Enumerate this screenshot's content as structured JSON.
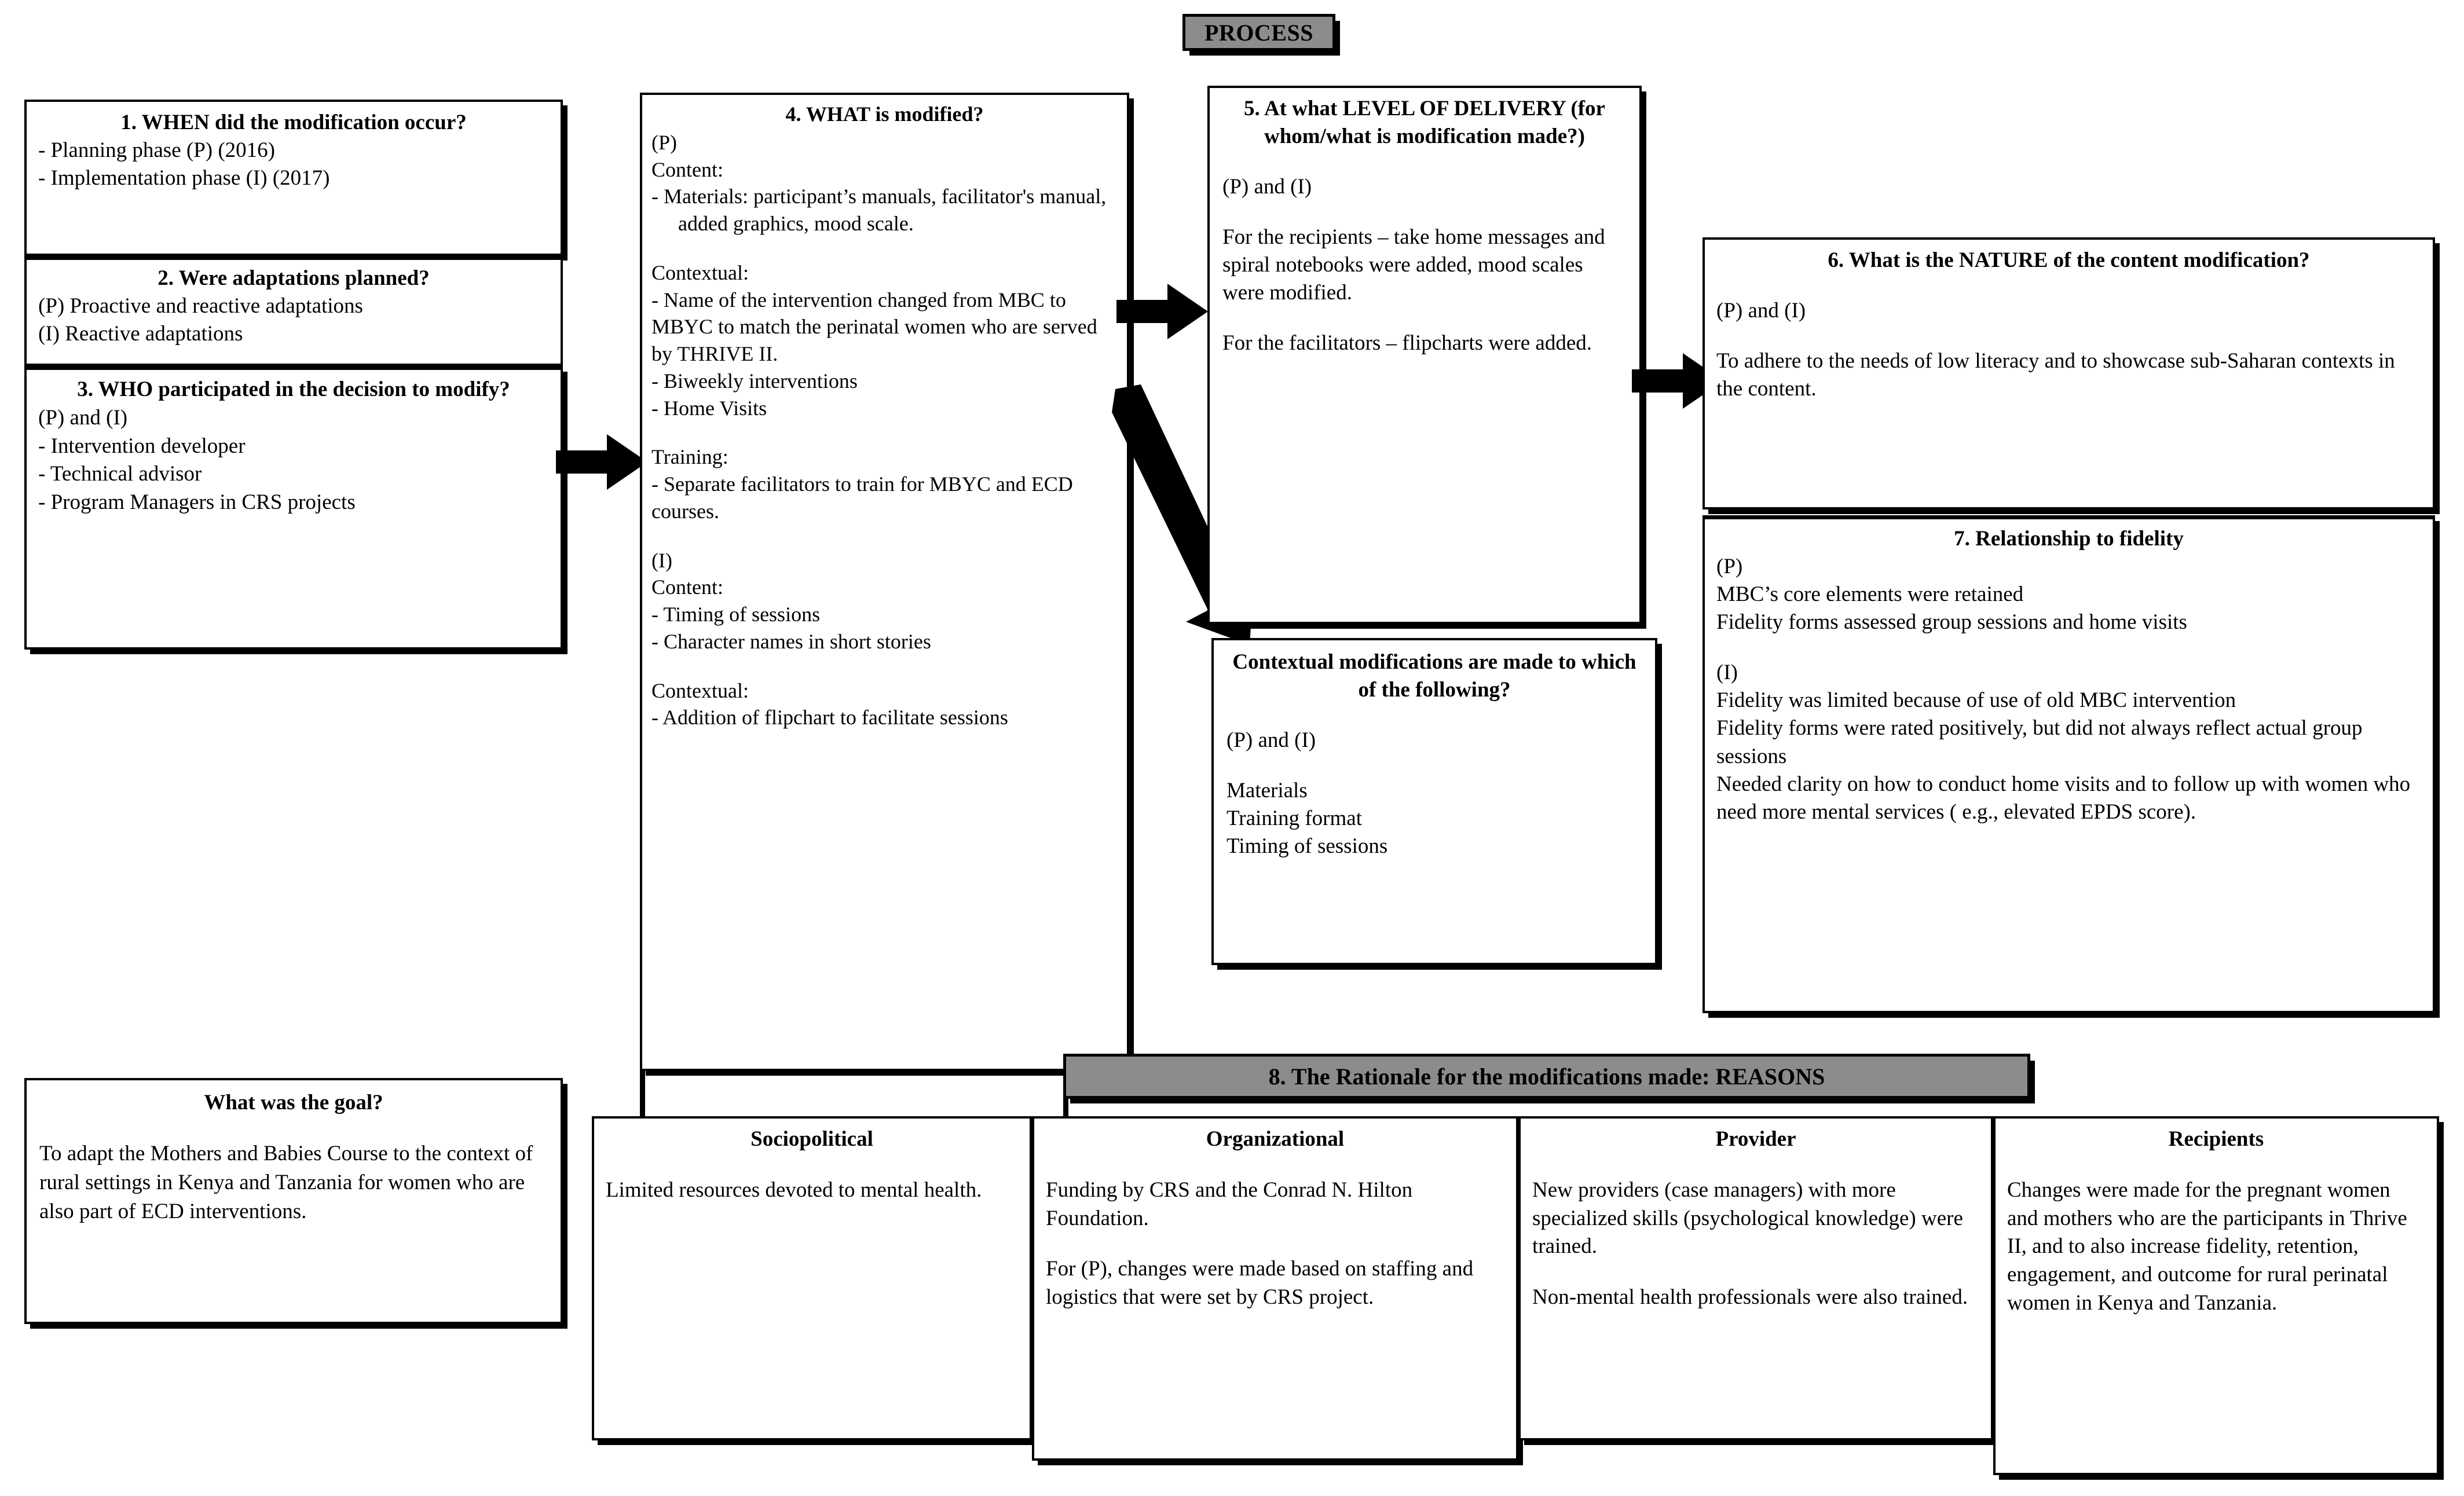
{
  "headers": {
    "process": "PROCESS",
    "rationale": "8. The Rationale for the modifications made: REASONS"
  },
  "colors": {
    "banner_fill": "#8c8c8c",
    "border": "#000000",
    "background": "#ffffff"
  },
  "boxes": {
    "when": {
      "title": "1. WHEN did the modification occur?",
      "lines": [
        "-  Planning phase (P) (2016)",
        "-  Implementation phase (I) (2017)"
      ]
    },
    "planned": {
      "title": "2. Were adaptations planned?",
      "lines": [
        "(P) Proactive and reactive adaptations",
        "(I) Reactive adaptations"
      ]
    },
    "who": {
      "title": "3. WHO participated in the decision to modify?",
      "lines": [
        "(P) and (I)",
        "-  Intervention developer",
        "-  Technical advisor",
        "-  Program Managers in CRS projects"
      ]
    },
    "what": {
      "title": "4. WHAT is modified?",
      "blocks": [
        {
          "label": "(P)"
        },
        {
          "label": "Content:"
        },
        {
          "item": "-  Materials: participant’s manuals, facilitator's manual, added graphics, mood scale."
        },
        {
          "gap": true
        },
        {
          "label": "Contextual:"
        },
        {
          "item2": "- Name of the intervention changed from MBC to MBYC to match the perinatal women who are served by THRIVE II."
        },
        {
          "item": "-  Biweekly interventions"
        },
        {
          "item": "-  Home Visits"
        },
        {
          "gap": true
        },
        {
          "label": "Training:"
        },
        {
          "item2": "- Separate facilitators to train for MBYC and ECD courses."
        },
        {
          "gap": true
        },
        {
          "label": "(I)"
        },
        {
          "label": "Content:"
        },
        {
          "item": "-  Timing of sessions"
        },
        {
          "item": "-  Character names in short stories"
        },
        {
          "gap": true
        },
        {
          "label": "Contextual:"
        },
        {
          "item2": "- Addition of flipchart to facilitate sessions"
        }
      ]
    },
    "level": {
      "title": "5. At what LEVEL OF DELIVERY (for whom/what is modification made?)",
      "paragraphs": [
        "(P) and (I)",
        "For the recipients – take home messages and spiral notebooks were added, mood scales were modified.",
        "For the facilitators – flipcharts were added."
      ]
    },
    "contextual": {
      "title": "Contextual modifications are made to which of the following?",
      "paragraphs": [
        "(P) and (I)"
      ],
      "lines": [
        "Materials",
        "Training format",
        "Timing of sessions"
      ]
    },
    "nature": {
      "title": "6. What is the NATURE of the content modification?",
      "paragraphs": [
        "(P) and (I)",
        "To adhere to the needs of low literacy and to showcase sub-Saharan contexts in the content."
      ]
    },
    "fidelity": {
      "title": "7. Relationship to fidelity",
      "lines": [
        "(P)",
        "MBC’s core elements were retained",
        "Fidelity forms assessed group sessions and home visits",
        "",
        "(I)",
        "Fidelity was limited because of use of old MBC intervention",
        "Fidelity forms were rated positively, but did not always reflect actual group sessions",
        "Needed clarity on how to conduct home visits and to follow up with women who need more mental services ( e.g., elevated EPDS score)."
      ]
    },
    "goal": {
      "title": "What was the goal?",
      "paragraphs": [
        "To adapt the Mothers and Babies Course to the context of rural settings in Kenya and Tanzania for women who are also part of ECD interventions."
      ]
    }
  },
  "reasons": [
    {
      "title": "Sociopolitical",
      "paragraphs": [
        "Limited resources devoted to mental health."
      ]
    },
    {
      "title": "Organizational",
      "paragraphs": [
        "Funding by CRS and the Conrad N. Hilton Foundation.",
        "For (P), changes were made based on staffing and logistics that were set by CRS project."
      ]
    },
    {
      "title": "Provider",
      "paragraphs": [
        "New providers (case managers) with more specialized skills (psychological knowledge) were trained.",
        "Non-mental health professionals were also trained."
      ]
    },
    {
      "title": "Recipients",
      "paragraphs": [
        "Changes were made for the pregnant women and mothers who are the participants in Thrive II, and to also increase fidelity, retention, engagement, and outcome for rural perinatal women in Kenya and Tanzania."
      ]
    }
  ],
  "arrows": [
    {
      "name": "who-to-what",
      "kind": "right"
    },
    {
      "name": "what-to-level",
      "kind": "right"
    },
    {
      "name": "what-to-contextual",
      "kind": "diagonal-down-right"
    },
    {
      "name": "level-to-nature",
      "kind": "right"
    }
  ]
}
